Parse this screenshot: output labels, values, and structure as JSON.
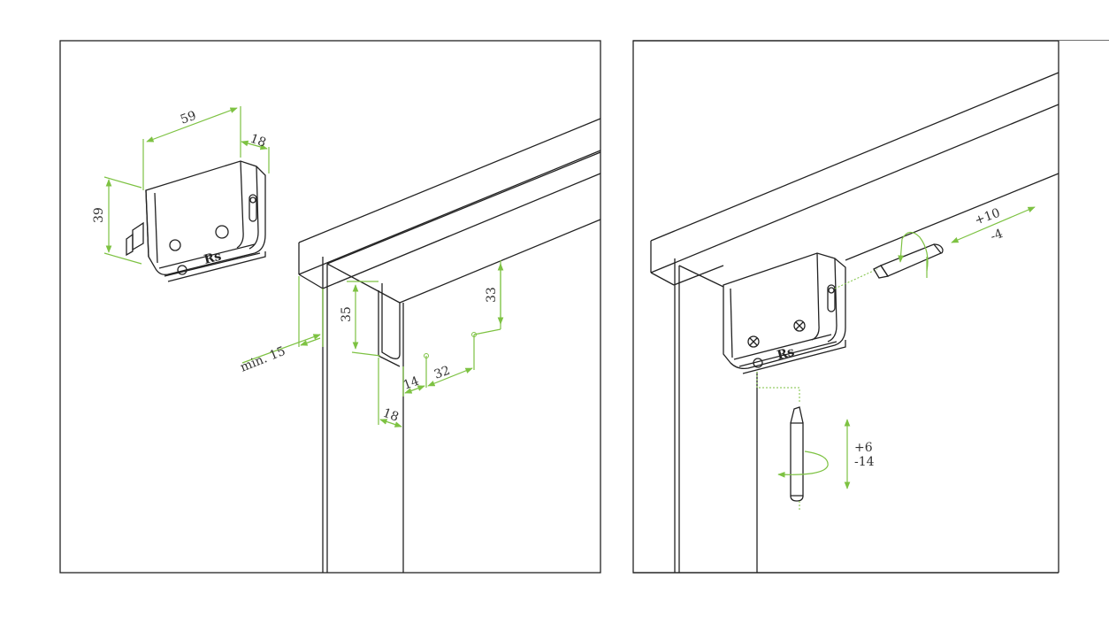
{
  "colors": {
    "line": "#222222",
    "dimension": "#7dc242",
    "text": "#333333",
    "background": "#ffffff"
  },
  "left_panel": {
    "dims": {
      "w59": "59",
      "d18_top": "18",
      "h39": "39",
      "h35": "35",
      "h33": "33",
      "min15": "min. 15",
      "o14": "14",
      "o32": "32",
      "d18_bottom": "18"
    },
    "bracket_logo": "Rs"
  },
  "right_panel": {
    "dims": {
      "plus10": "+10",
      "minus4": "-4",
      "plus6": "+6",
      "minus14": "-14"
    },
    "bracket_logo": "Rs"
  }
}
